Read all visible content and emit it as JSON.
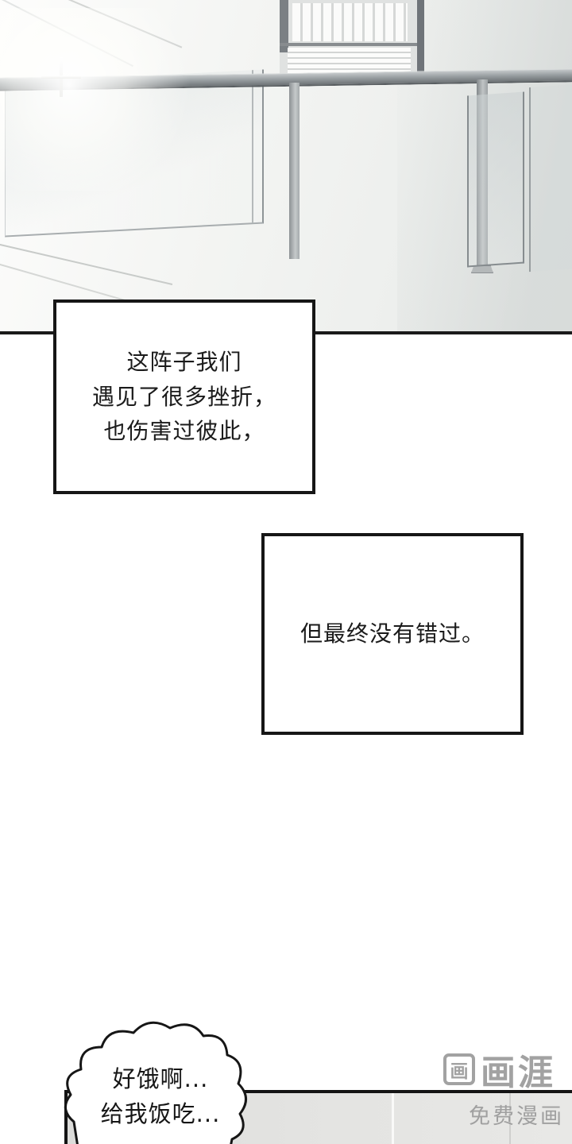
{
  "captions": {
    "box1": {
      "line1": "这阵子我们",
      "line2": "遇见了很多挫折，",
      "line3": "也伤害过彼此，"
    },
    "box2": {
      "line1": "但最终没有错过。"
    }
  },
  "bubble": {
    "line1": "好饿啊...",
    "line2": "给我饭吃..."
  },
  "watermark": {
    "logo_glyph": "画",
    "brand": "画涯",
    "tagline": "免费漫画"
  },
  "colors": {
    "ink": "#161616",
    "panel_gray": "#e3e3e1",
    "watermark_gray": "#9b9b9b"
  }
}
